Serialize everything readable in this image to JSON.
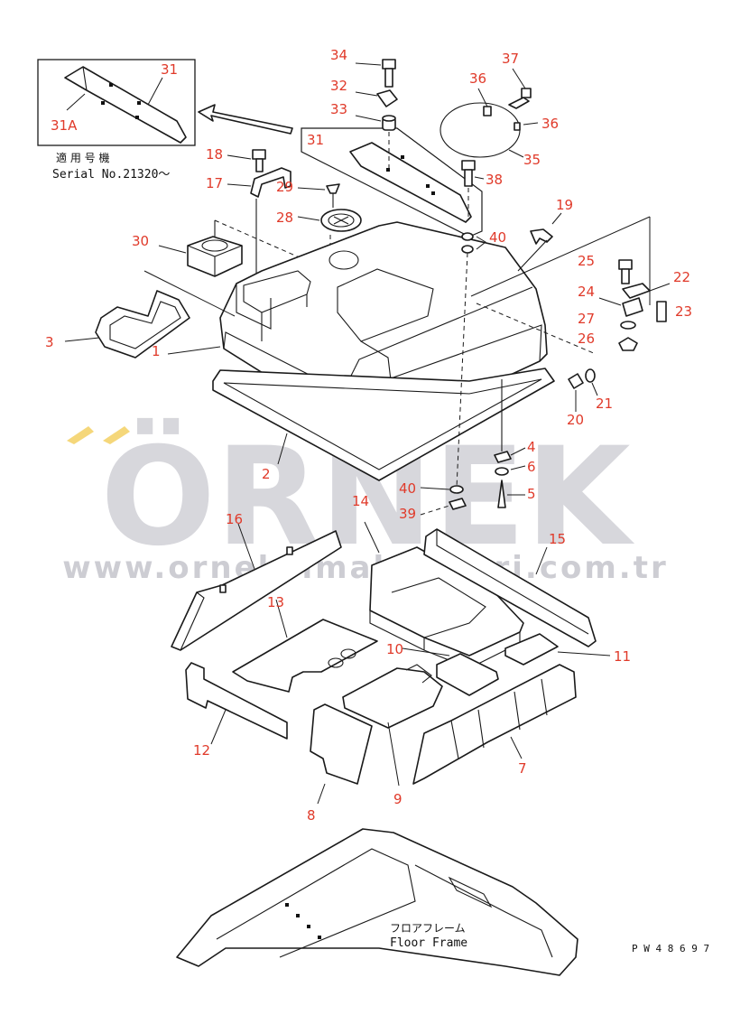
{
  "callouts": {
    "c1": "1",
    "c2": "2",
    "c3": "3",
    "c4": "4",
    "c5": "5",
    "c6": "6",
    "c7": "7",
    "c8": "8",
    "c9": "9",
    "c10": "10",
    "c11": "11",
    "c12": "12",
    "c13": "13",
    "c14": "14",
    "c15": "15",
    "c16": "16",
    "c17": "17",
    "c18": "18",
    "c19": "19",
    "c20": "20",
    "c21": "21",
    "c22": "22",
    "c23": "23",
    "c24": "24",
    "c25": "25",
    "c26": "26",
    "c27": "27",
    "c28": "28",
    "c29": "29",
    "c30": "30",
    "c31_inset": "31",
    "c31": "31",
    "c31a": "31A",
    "c32": "32",
    "c33": "33",
    "c34": "34",
    "c35": "35",
    "c36a": "36",
    "c36b": "36",
    "c37": "37",
    "c38": "38",
    "c39": "39",
    "c40a": "40",
    "c40b": "40"
  },
  "inset": {
    "applicable_jp": "適 用 号 機",
    "serial": "Serial No.21320～"
  },
  "floor_frame": {
    "jp": "フロアフレーム",
    "en": "Floor Frame"
  },
  "watermark": {
    "brand": "ÖRNEK",
    "url": "www.orneksimakinalari.com.tr",
    "accent_color": "#f5d77a",
    "letter_color": "#d7d7dc"
  },
  "drawing_code": "P W 4 8 6 9 7",
  "colors": {
    "callout": "#e03a2a",
    "line": "#1a1a1a"
  }
}
